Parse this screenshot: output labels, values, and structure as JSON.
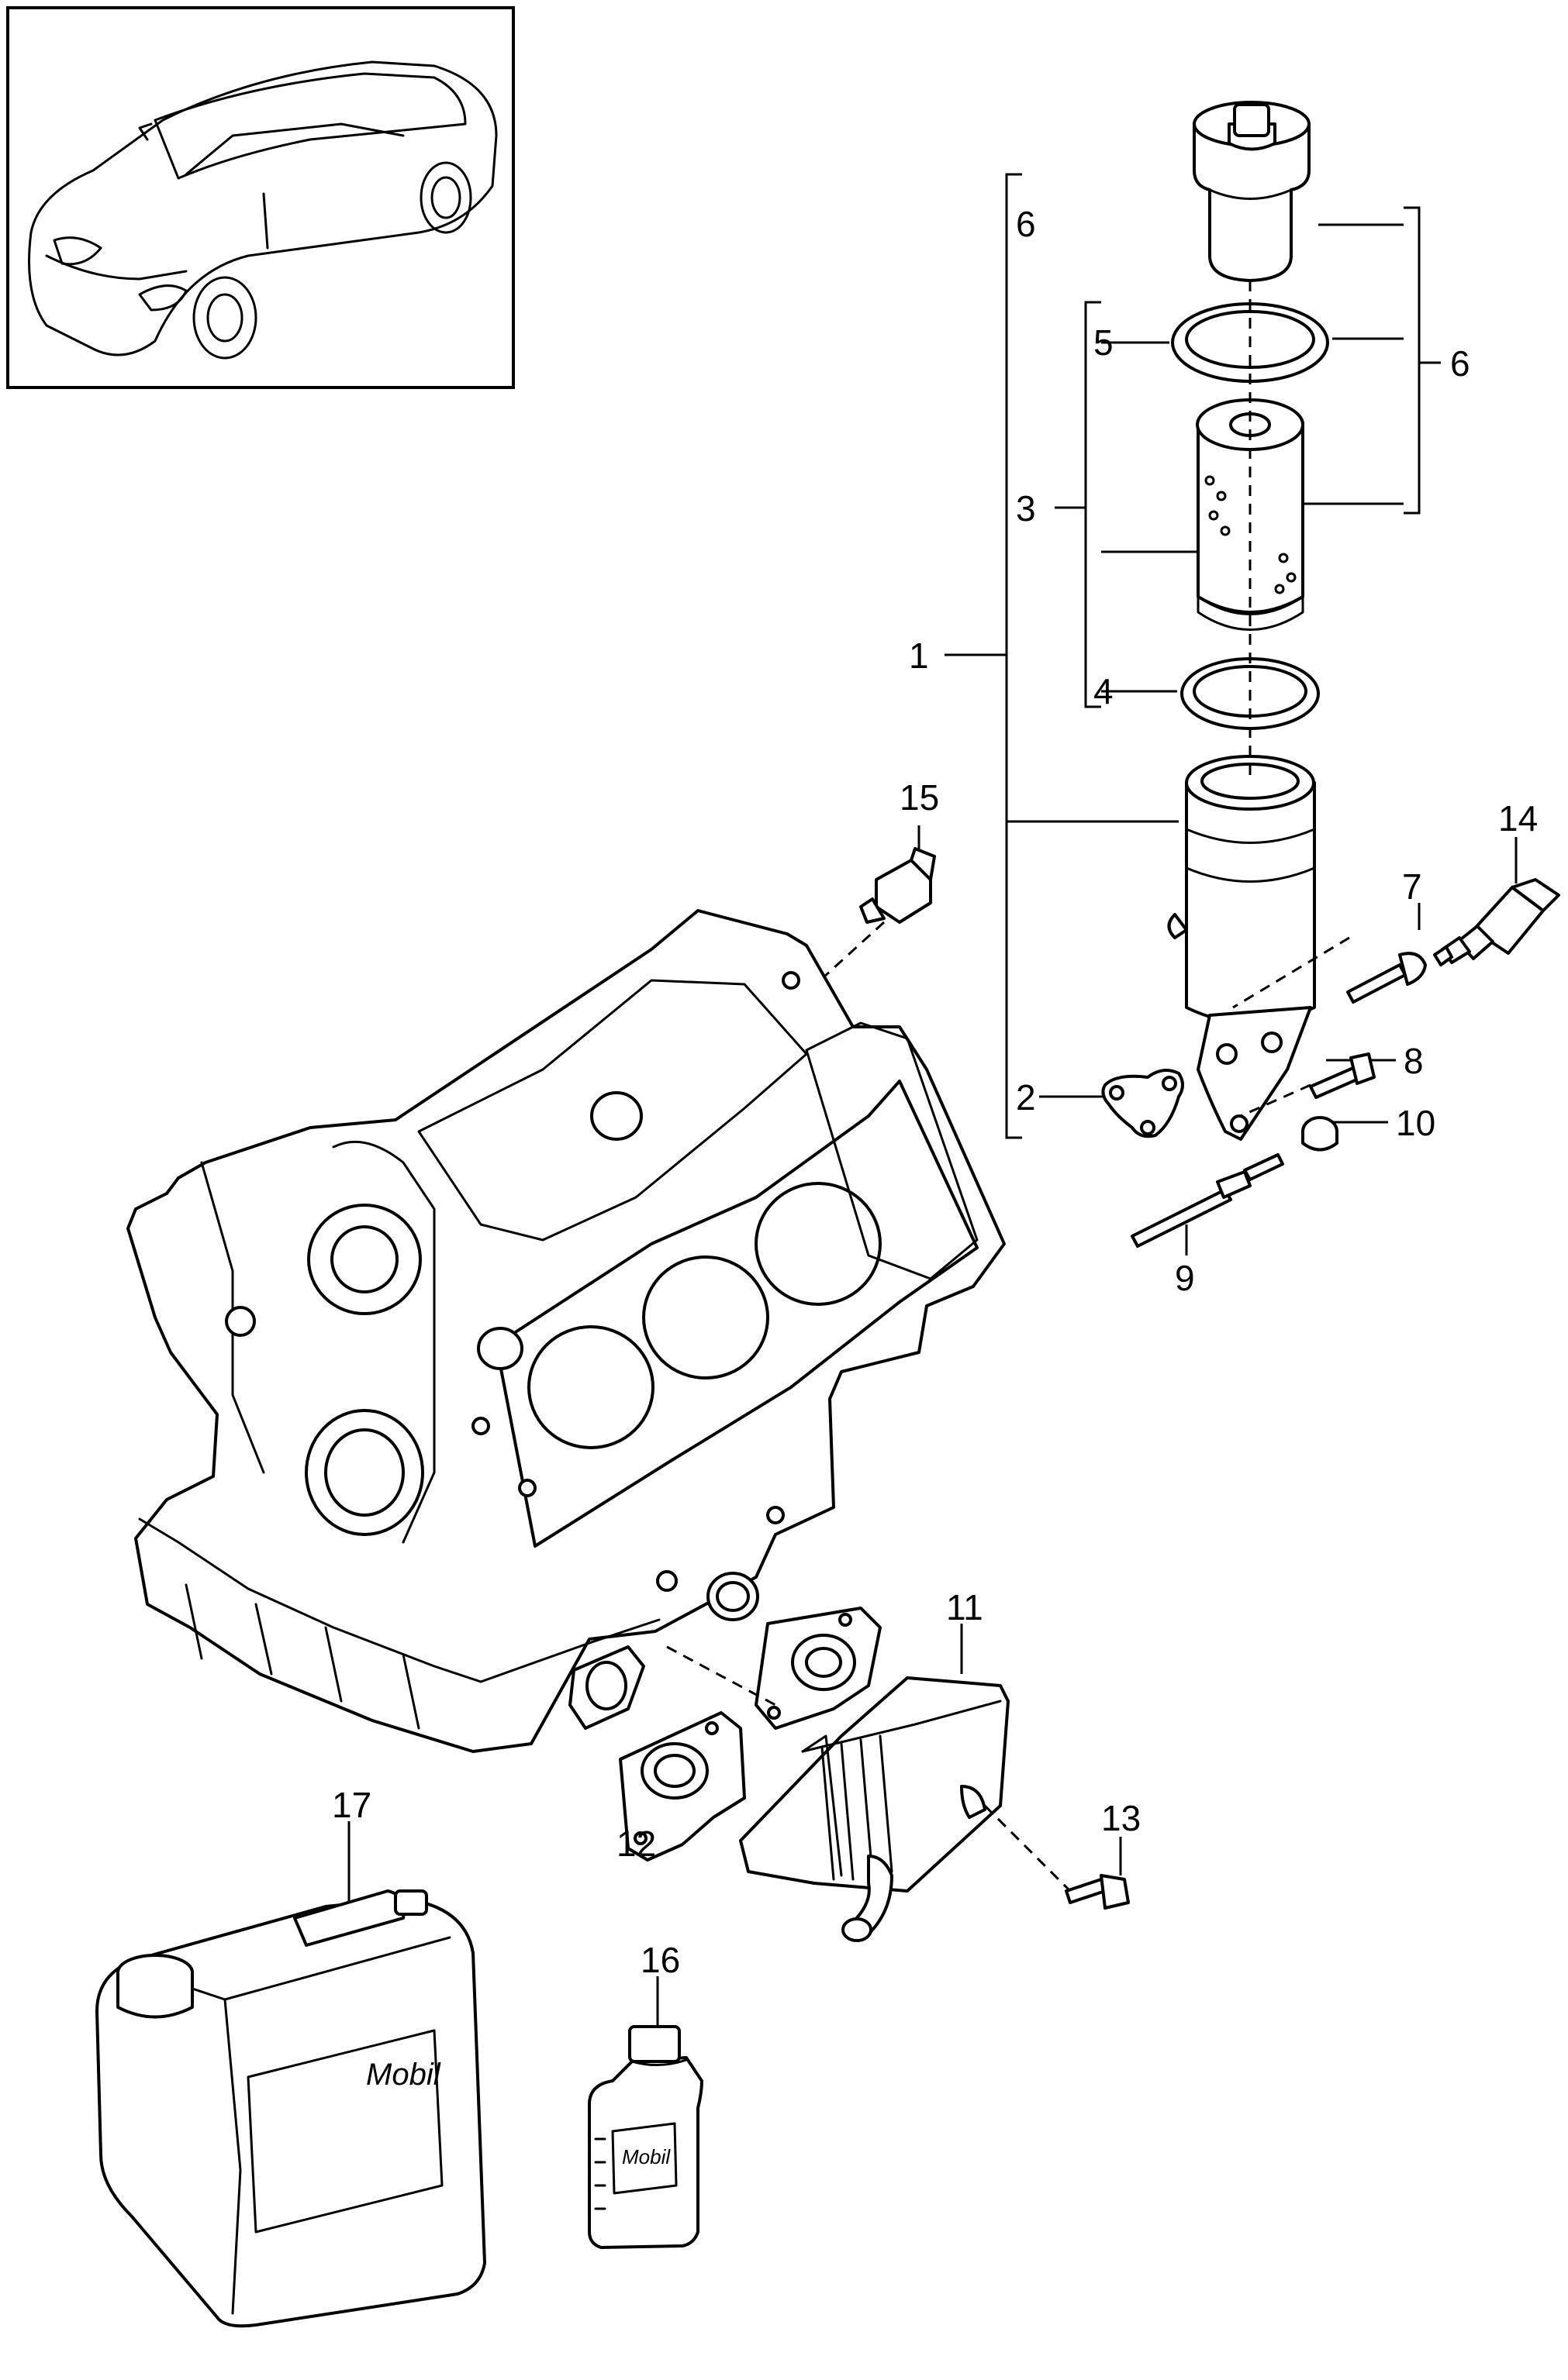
{
  "callouts": {
    "c1": "1",
    "c2": "2",
    "c3": "3",
    "c4": "4",
    "c5": "5",
    "c6a": "6",
    "c6b": "6",
    "c7": "7",
    "c8": "8",
    "c9": "9",
    "c10": "10",
    "c11": "11",
    "c12": "12",
    "c13": "13",
    "c14": "14",
    "c15": "15",
    "c16": "16",
    "c17": "17"
  },
  "labels": {
    "canister_brand": "Mobil",
    "bottle_brand": "Mobil"
  }
}
